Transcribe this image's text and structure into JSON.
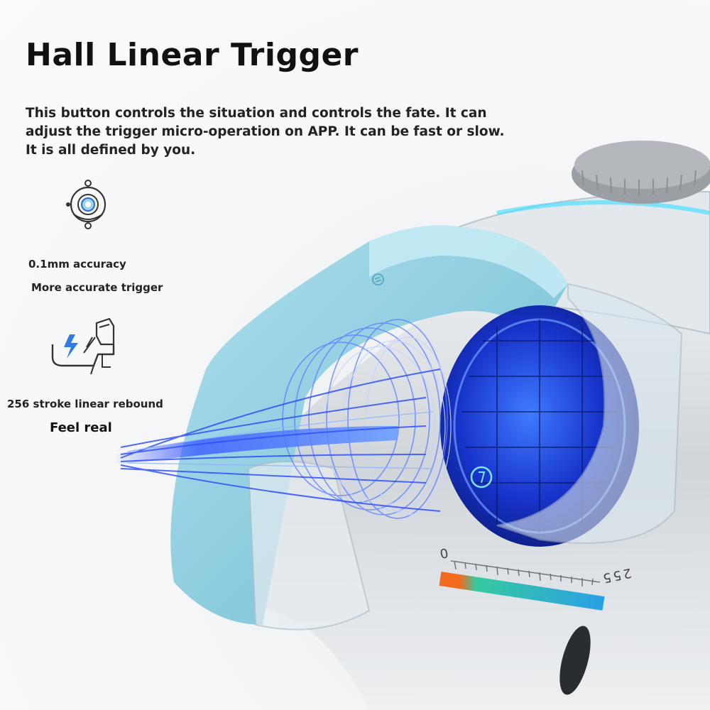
{
  "header": {
    "title": "Hall Linear Trigger",
    "description": "This button controls the situation and controls the fate. It can adjust the trigger micro-operation on APP. It can be fast or slow. It is all defined by you."
  },
  "features": [
    {
      "icon": "orbit-target-icon",
      "label": "0.1mm accuracy",
      "sublabel": "More accurate trigger"
    },
    {
      "icon": "trigger-lightning-icon",
      "label": "256 stroke linear rebound",
      "sublabel": "Feel real"
    }
  ],
  "scale": {
    "min_label": "0",
    "max_label": "255"
  },
  "colors": {
    "title": "#111111",
    "trigger_blue": "#8ccfe0",
    "core_blue": "#1f3fd6",
    "scale_orange": "#f26b1d",
    "scale_green": "#36c9a0",
    "scale_blue": "#2aa0e6"
  }
}
